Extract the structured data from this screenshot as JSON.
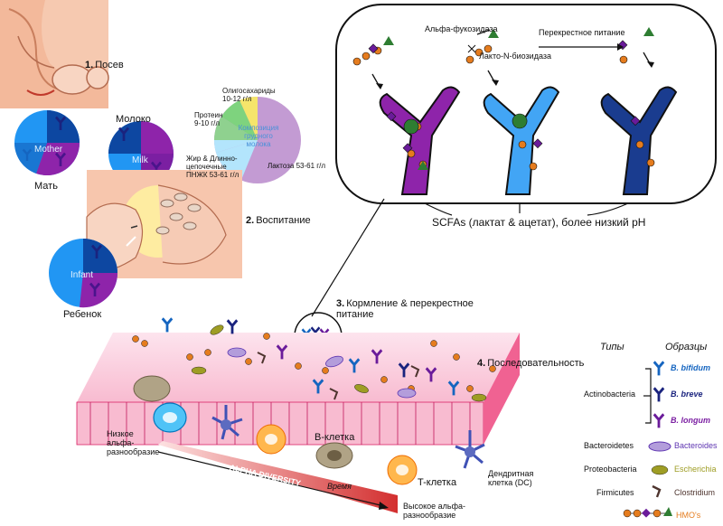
{
  "steps": {
    "s1": {
      "num": "1.",
      "label": "Посев"
    },
    "s2": {
      "num": "2.",
      "label": "Воспитание"
    },
    "s3": {
      "num": "3.",
      "label": "Кормление & перекрестное питание"
    },
    "s4": {
      "num": "4.",
      "label": "Последовательность"
    }
  },
  "pies": {
    "mother": {
      "inner": "Mother",
      "caption": "Мать"
    },
    "milk": {
      "inner": "Milk",
      "caption": "Молоко"
    },
    "infant": {
      "inner": "Infant",
      "caption": "Ребенок"
    }
  },
  "milk_composition": {
    "center": "Композиция грудного молока",
    "oligo": "Олигосахариды 10-12 г/л",
    "protein": "Протеин 9-10 г/л",
    "fat": "Жир & Длинно-цепочечные ПНЖК 53-61 г/л",
    "lactose": "Лактоза 53-61 г/л"
  },
  "enzymes": {
    "fucosidase": "Альфа-фукозидаза",
    "biosidase": "Лакто-N-биозидаза",
    "crossfeeding": "Перекрестное питание"
  },
  "scfa": "SCFAs (лактат & ацетат), более низкий pH",
  "cells": {
    "bcell": "B-клетка",
    "tcell": "T-клетка",
    "dc": "Дендритная клетка (DC)"
  },
  "diversity": {
    "low": "Низкое альфа-разнообразие",
    "high": "Высокое альфа-разнообразие",
    "bar_label": "ALPHA DIVERSITY",
    "time": "Время"
  },
  "legend": {
    "types_header": "Типы",
    "samples_header": "Образцы",
    "actino": "Actinobacteria",
    "bifidum": "B. bifidum",
    "breve": "B. breve",
    "longum": "B. longum",
    "bacteroidetes": "Bacteroidetes",
    "bacteroides": "Bacteroides",
    "proteo": "Proteobacteria",
    "escherichia": "Escherichia",
    "firmicutes": "Firmicutes",
    "clostridium": "Clostridium",
    "hmo": "HMO's"
  },
  "colors": {
    "bifidum": "#1565c0",
    "breve": "#1a237e",
    "longum": "#7b1fa2",
    "bacteroides": "#7e57c2",
    "escherichia": "#9e9d24",
    "clostridium": "#4e342e",
    "hmo_orange": "#e57c1e",
    "hmo_purple": "#6a1b9a",
    "hmo_green": "#2e7d32",
    "gut_pink": "#f48fb1",
    "skin": "#f6c9b0"
  }
}
